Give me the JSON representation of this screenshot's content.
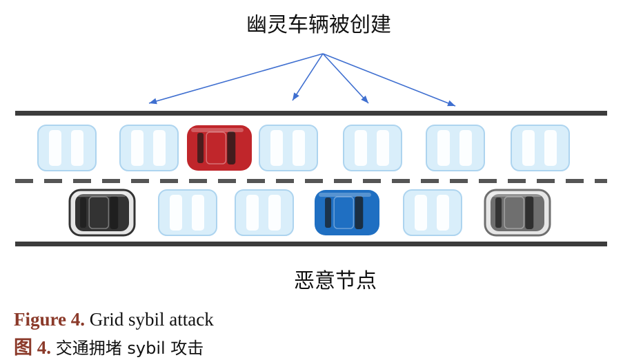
{
  "figure": {
    "top_label": "幽灵车辆被创建",
    "bottom_label": "恶意节点",
    "caption_en_label": "Figure 4.",
    "caption_en_text": "Grid sybil attack",
    "caption_zh_label": "图 4.",
    "caption_zh_text": "交通拥堵 sybil 攻击"
  },
  "colors": {
    "road_line": "#3c3c3c",
    "arrow": "#3f6fd0",
    "ghost_fill": "#d8eefa",
    "ghost_stroke": "#a9d2ef",
    "red_car": "#c0262b",
    "blue_car": "#1f6fc2",
    "dark_car": "#333333",
    "gray_car": "#6f6f6f",
    "caption_label": "#8b3a2a"
  },
  "vehicles": {
    "top_lane": [
      "ghost",
      "ghost",
      "red",
      "ghost",
      "ghost",
      "ghost",
      "ghost"
    ],
    "bottom_lane": [
      "dark",
      "ghost",
      "ghost",
      "blue",
      "ghost",
      "gray"
    ]
  }
}
